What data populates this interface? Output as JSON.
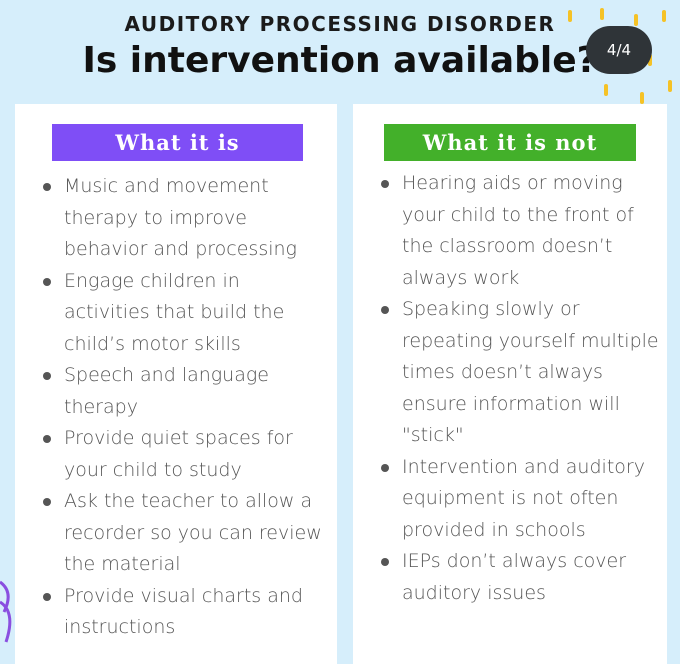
{
  "header": {
    "subtitle": "AUDITORY PROCESSING DISORDER",
    "title": "Is intervention available?",
    "page_badge": "4/4"
  },
  "colors": {
    "background": "#d6eefb",
    "left_heading": "#7f4ef6",
    "right_heading": "#43b02a",
    "badge": "#2f3438",
    "accent_dashes": "#f5c226"
  },
  "left_card": {
    "heading": "What it is",
    "items": [
      "Music and movement therapy to improve behavior and processing",
      "Engage children in activities that build the child’s motor skills",
      "Speech and language therapy",
      "Provide quiet spaces for your child to study",
      "Ask the teacher to allow a recorder so you can review the material",
      "Provide visual charts and instructions"
    ]
  },
  "right_card": {
    "heading": "What it is not",
    "items": [
      "Hearing aids or moving your child to the front of the classroom doesn’t always work",
      "Speaking slowly or repeating yourself multiple times doesn’t always ensure information will \"stick\"",
      "Intervention and auditory equipment is not often provided in schools",
      "IEPs don’t always cover auditory issues"
    ]
  }
}
